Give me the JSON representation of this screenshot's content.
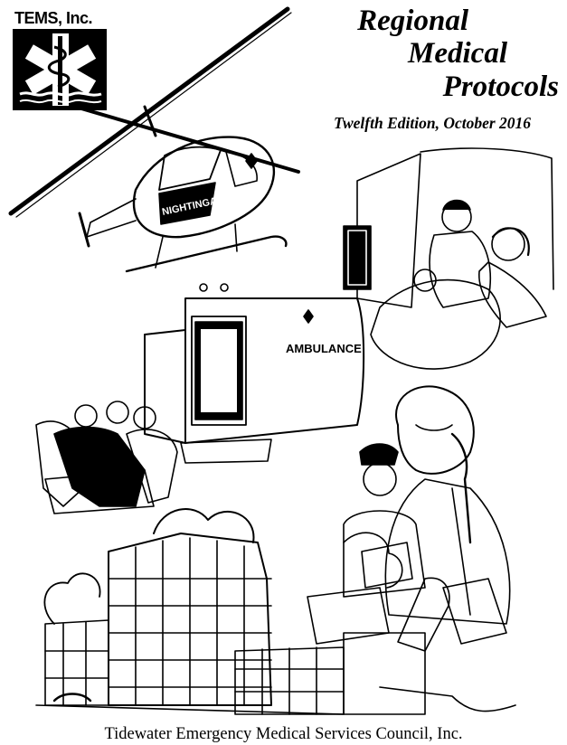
{
  "logo": {
    "text": "TEMS, Inc."
  },
  "title": {
    "line1": "Regional",
    "line2": "Medical",
    "line3": "Protocols"
  },
  "subtitle": "Twelfth Edition, October 2016",
  "illustration": {
    "helicopter_label": "NIGHTINGALE",
    "ambulance_label": "AMBULANCE"
  },
  "footer": "Tidewater Emergency Medical Services Council, Inc."
}
